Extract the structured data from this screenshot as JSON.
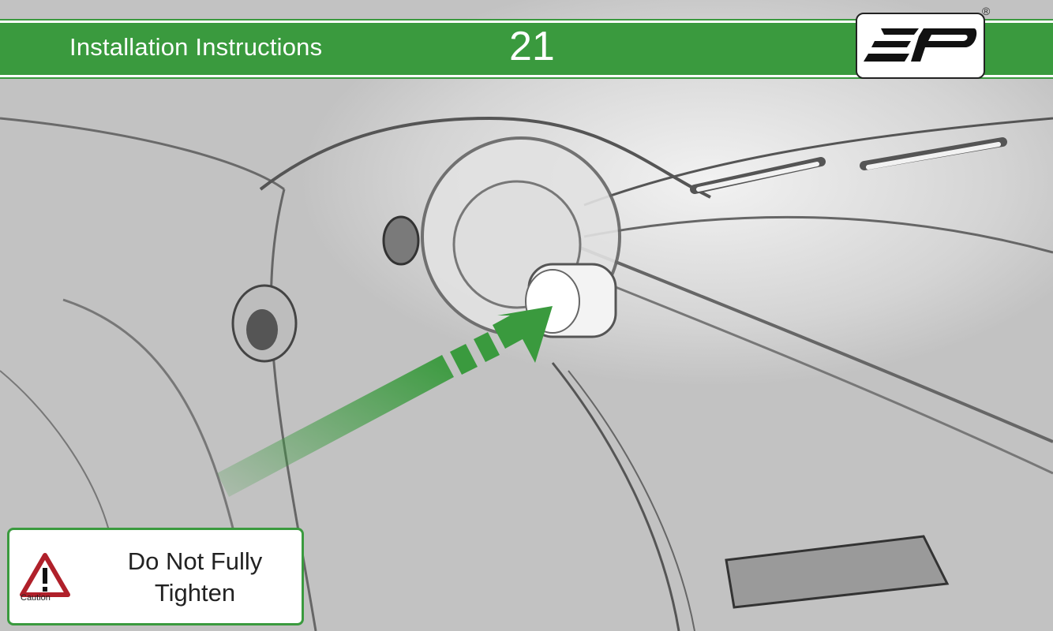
{
  "header": {
    "title": "Installation Instructions",
    "page_number": "21",
    "accent_color": "#3a9a3e"
  },
  "logo": {
    "icon": "ep-logo-icon",
    "registered_mark": "®"
  },
  "pointer": {
    "icon": "green-arrow-icon",
    "color": "#3a9a3e"
  },
  "caution": {
    "icon": "warning-triangle-icon",
    "label": "Caution",
    "message_line1": "Do Not Fully",
    "message_line2": "Tighten"
  }
}
